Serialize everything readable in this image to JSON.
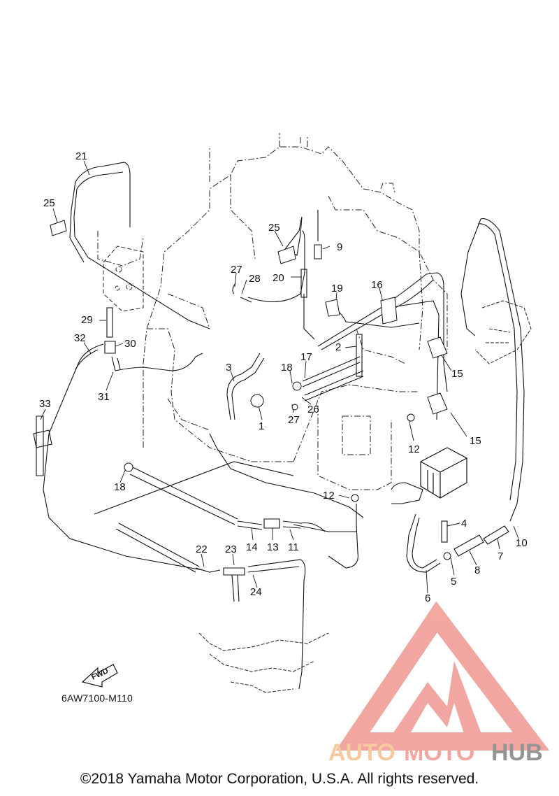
{
  "diagram": {
    "part_code": "6AW7100-M110",
    "fwd_label": "FWD",
    "callouts": [
      {
        "id": "c21",
        "text": "21"
      },
      {
        "id": "c25a",
        "text": "25"
      },
      {
        "id": "c25b",
        "text": "25"
      },
      {
        "id": "c9",
        "text": "9"
      },
      {
        "id": "c27a",
        "text": "27"
      },
      {
        "id": "c28",
        "text": "28"
      },
      {
        "id": "c20",
        "text": "20"
      },
      {
        "id": "c19",
        "text": "19"
      },
      {
        "id": "c16",
        "text": "16"
      },
      {
        "id": "c29",
        "text": "29"
      },
      {
        "id": "c32",
        "text": "32"
      },
      {
        "id": "c30",
        "text": "30"
      },
      {
        "id": "c2",
        "text": "2"
      },
      {
        "id": "c15a",
        "text": "15"
      },
      {
        "id": "c17",
        "text": "17"
      },
      {
        "id": "c18a",
        "text": "18"
      },
      {
        "id": "c3",
        "text": "3"
      },
      {
        "id": "c31",
        "text": "31"
      },
      {
        "id": "c26",
        "text": "26"
      },
      {
        "id": "c27b",
        "text": "27"
      },
      {
        "id": "c1",
        "text": "1"
      },
      {
        "id": "c33",
        "text": "33"
      },
      {
        "id": "c15b",
        "text": "15"
      },
      {
        "id": "c12a",
        "text": "12"
      },
      {
        "id": "c18b",
        "text": "18"
      },
      {
        "id": "c12b",
        "text": "12"
      },
      {
        "id": "c4",
        "text": "4"
      },
      {
        "id": "c10",
        "text": "10"
      },
      {
        "id": "c14",
        "text": "14"
      },
      {
        "id": "c13",
        "text": "13"
      },
      {
        "id": "c11",
        "text": "11"
      },
      {
        "id": "c7",
        "text": "7"
      },
      {
        "id": "c22",
        "text": "22"
      },
      {
        "id": "c23",
        "text": "23"
      },
      {
        "id": "c8",
        "text": "8"
      },
      {
        "id": "c5",
        "text": "5"
      },
      {
        "id": "c24",
        "text": "24"
      },
      {
        "id": "c6",
        "text": "6"
      }
    ]
  },
  "watermark": {
    "word_auto": "AUTO",
    "word_moto": "MOTO",
    "word_hub": "HUB",
    "colors": {
      "logo_pink": "#f2a29c",
      "auto": "#f6c79a",
      "moto": "#f2a29c",
      "hub": "#8f8f8f"
    }
  },
  "footer": {
    "copyright": "©2018 Yamaha Motor Corporation, U.S.A. All rights reserved."
  }
}
